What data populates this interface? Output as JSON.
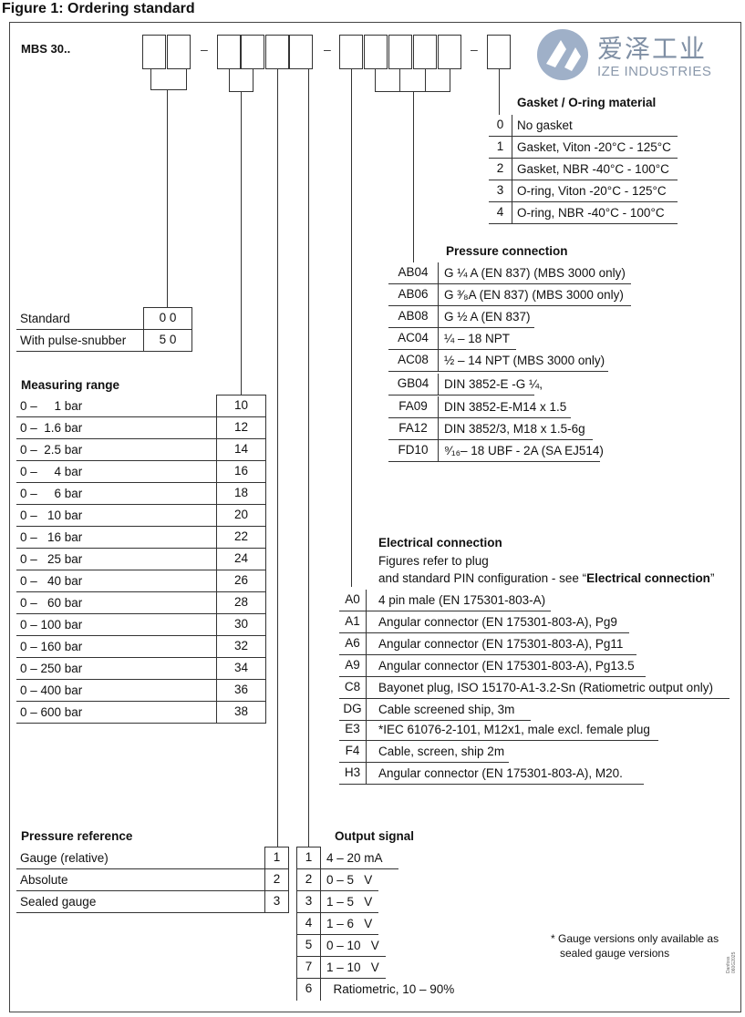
{
  "figure_title": "Figure 1: Ordering standard",
  "model": "MBS 30..",
  "dash": "–",
  "logo": {
    "cn": "爱泽工业",
    "en": "IZE INDUSTRIES"
  },
  "gasket": {
    "title": "Gasket / O-ring material",
    "rows": [
      {
        "code": "0",
        "desc": "No gasket"
      },
      {
        "code": "1",
        "desc": "Gasket, Viton -20°C - 125°C"
      },
      {
        "code": "2",
        "desc": "Gasket, NBR -40°C - 100°C"
      },
      {
        "code": "3",
        "desc": "O-ring, Viton -20°C - 125°C"
      },
      {
        "code": "4",
        "desc": "O-ring, NBR -40°C - 100°C"
      }
    ]
  },
  "pressure_connection": {
    "title": "Pressure connection",
    "rows": [
      {
        "code": "AB04",
        "desc": "G ¼ A (EN 837) (MBS 3000 only)"
      },
      {
        "code": "AB06",
        "desc": "G ³⁄₈A (EN 837) (MBS 3000 only)"
      },
      {
        "code": "AB08",
        "desc": "G ½ A (EN 837)"
      },
      {
        "code": "AC04",
        "desc": "¼ – 18 NPT"
      },
      {
        "code": "AC08",
        "desc": "½ – 14 NPT (MBS 3000 only)"
      },
      {
        "code": "GB04",
        "desc": "DIN 3852-E -G ¼,"
      },
      {
        "code": "FA09",
        "desc": "DIN 3852-E-M14 x 1.5"
      },
      {
        "code": "FA12",
        "desc": "DIN 3852/3, M18 x 1.5-6g"
      },
      {
        "code": "FD10",
        "desc": "⁹⁄₁₆– 18 UBF - 2A (SA EJ514)"
      }
    ]
  },
  "snubber": {
    "rows": [
      {
        "label": "Standard",
        "code": "0 0"
      },
      {
        "label": "With pulse-snubber",
        "code": "5 0"
      }
    ]
  },
  "measuring_range": {
    "title": "Measuring range",
    "rows": [
      {
        "range": "0 –     1 bar",
        "code": "10"
      },
      {
        "range": "0 –  1.6 bar",
        "code": "12"
      },
      {
        "range": "0 –  2.5 bar",
        "code": "14"
      },
      {
        "range": "0 –     4 bar",
        "code": "16"
      },
      {
        "range": "0 –     6 bar",
        "code": "18"
      },
      {
        "range": "0 –   10 bar",
        "code": "20"
      },
      {
        "range": "0 –   16 bar",
        "code": "22"
      },
      {
        "range": "0 –   25 bar",
        "code": "24"
      },
      {
        "range": "0 –   40 bar",
        "code": "26"
      },
      {
        "range": "0 –   60 bar",
        "code": "28"
      },
      {
        "range": "0 – 100 bar",
        "code": "30"
      },
      {
        "range": "0 – 160 bar",
        "code": "32"
      },
      {
        "range": "0 – 250 bar",
        "code": "34"
      },
      {
        "range": "0 – 400 bar",
        "code": "36"
      },
      {
        "range": "0 – 600 bar",
        "code": "38"
      }
    ]
  },
  "electrical_connection": {
    "title": "Electrical connection",
    "note1": "Figures refer to plug",
    "note2_pre": "and standard PIN configuration - see “",
    "note2_ref": "Electrical connection",
    "note2_post": "”",
    "rows": [
      {
        "code": "A0",
        "desc": "4 pin male (EN 175301-803-A)"
      },
      {
        "code": "A1",
        "desc": "Angular connector (EN 175301-803-A), Pg9"
      },
      {
        "code": "A6",
        "desc": "Angular connector (EN 175301-803-A), Pg11"
      },
      {
        "code": "A9",
        "desc": "Angular connector (EN 175301-803-A), Pg13.5"
      },
      {
        "code": "C8",
        "desc": "Bayonet plug, ISO 15170-A1-3.2-Sn (Ratiometric output only)"
      },
      {
        "code": "DG",
        "desc": "Cable screened ship, 3m"
      },
      {
        "code": "E3",
        "desc": "*IEC 61076-2-101, M12x1, male excl. female plug"
      },
      {
        "code": "F4",
        "desc": "Cable, screen, ship 2m"
      },
      {
        "code": "H3",
        "desc": "Angular connector (EN 175301-803-A), M20."
      }
    ]
  },
  "pressure_reference": {
    "title": "Pressure reference",
    "rows": [
      {
        "label": "Gauge (relative)",
        "code": "1"
      },
      {
        "label": "Absolute",
        "code": "2"
      },
      {
        "label": "Sealed gauge",
        "code": "3"
      }
    ]
  },
  "output_signal": {
    "title": "Output signal",
    "rows": [
      {
        "code": "1",
        "desc": "4 – 20 mA"
      },
      {
        "code": "2",
        "desc": "0 – 5   V"
      },
      {
        "code": "3",
        "desc": "1 – 5   V"
      },
      {
        "code": "4",
        "desc": "1 – 6   V"
      },
      {
        "code": "5",
        "desc": "0 – 10   V"
      },
      {
        "code": "7",
        "desc": "1 – 10   V"
      },
      {
        "code": "6",
        "desc": "  Ratiometric, 10 – 90%"
      }
    ]
  },
  "footnote": {
    "line1": "* Gauge versions only available as",
    "line2": "sealed gauge versions"
  },
  "tiny_mark": "Danfoss 060G2025"
}
